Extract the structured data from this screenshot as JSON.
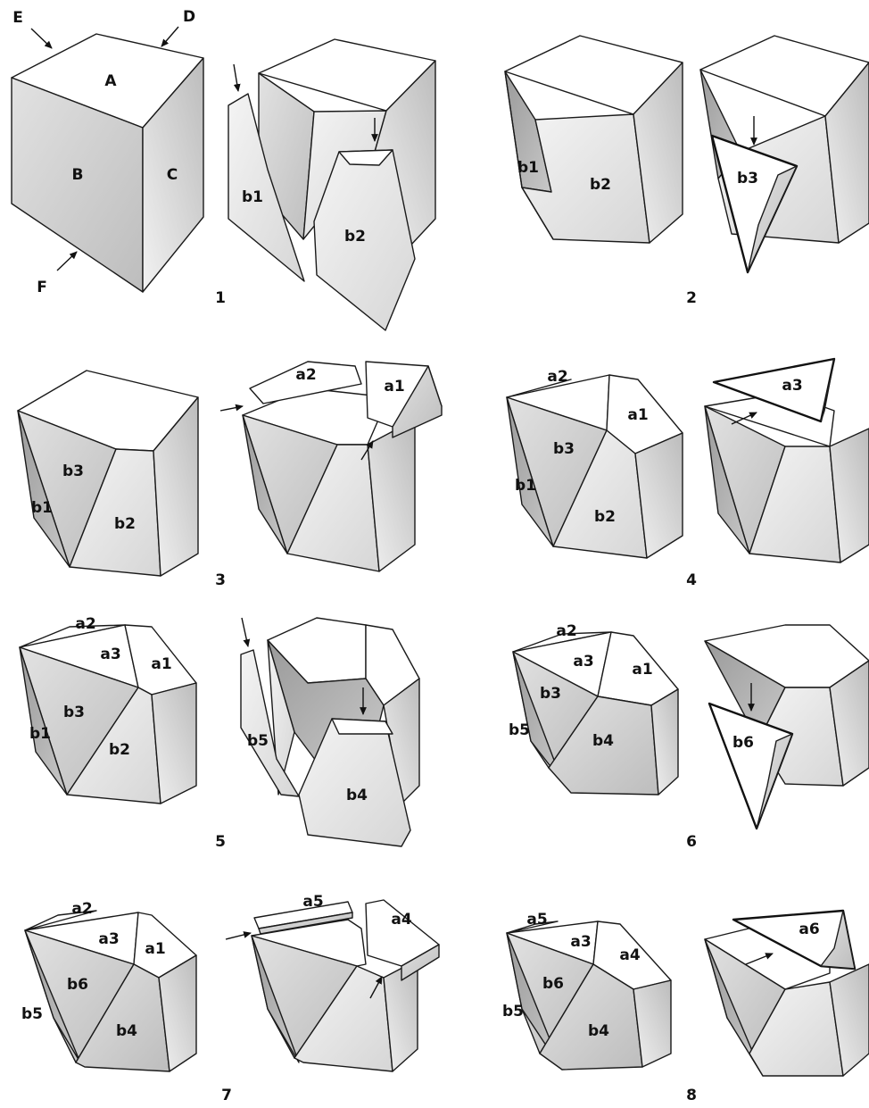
{
  "corner_labels": {
    "E": "E",
    "D": "D",
    "F": "F"
  },
  "steps": [
    {
      "number": "1",
      "faces": {
        "A": "A",
        "B": "B",
        "C": "C",
        "b1": "b1",
        "b2": "b2"
      }
    },
    {
      "number": "2",
      "faces": {
        "b1": "b1",
        "b2": "b2",
        "b3": "b3"
      }
    },
    {
      "number": "3",
      "faces": {
        "b3": "b3",
        "b1": "b1",
        "b2": "b2",
        "a2": "a2",
        "a1": "a1"
      }
    },
    {
      "number": "4",
      "faces": {
        "a2": "a2",
        "a1": "a1",
        "b3": "b3",
        "b1": "b1",
        "b2": "b2",
        "a3": "a3"
      }
    },
    {
      "number": "5",
      "faces": {
        "a2": "a2",
        "a3": "a3",
        "a1": "a1",
        "b3": "b3",
        "b1": "b1",
        "b2": "b2",
        "b5": "b5",
        "b4": "b4"
      }
    },
    {
      "number": "6",
      "faces": {
        "a2": "a2",
        "a3": "a3",
        "a1": "a1",
        "b3": "b3",
        "b5": "b5",
        "b4": "b4",
        "b6": "b6"
      }
    },
    {
      "number": "7",
      "faces": {
        "a2": "a2",
        "a3": "a3",
        "a1": "a1",
        "b6": "b6",
        "b5": "b5",
        "b4": "b4",
        "a5": "a5",
        "a4": "a4"
      }
    },
    {
      "number": "8",
      "faces": {
        "a5": "a5",
        "a3": "a3",
        "a4": "a4",
        "b6": "b6",
        "b5": "b5",
        "b4": "b4",
        "a6": "a6"
      }
    }
  ]
}
